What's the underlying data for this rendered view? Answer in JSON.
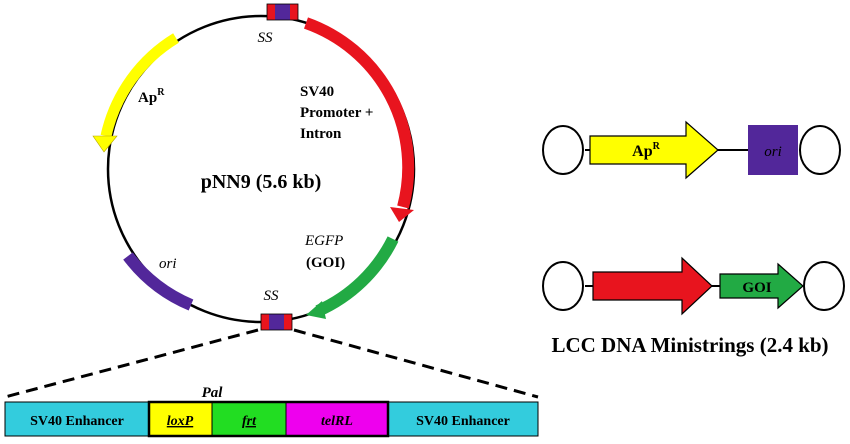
{
  "plasmid": {
    "name": "pNN9 (5.6 kb)",
    "label_ss_top": "SS",
    "label_ss_bottom": "SS",
    "label_sv40_line1": "SV40",
    "label_sv40_line2": "Promoter +",
    "label_sv40_line3": "Intron",
    "label_apr_main": "Ap",
    "label_apr_sup": "R",
    "label_ori": "ori",
    "label_egfp": "EGFP",
    "label_goi": "(GOI)"
  },
  "cassette": {
    "pal_label": "Pal",
    "segments": [
      {
        "label": "SV40 Enhancer",
        "color": "#33ccdd"
      },
      {
        "label": "loxP",
        "color": "#ffff00"
      },
      {
        "label": "frt",
        "color": "#22dd22"
      },
      {
        "label": "telRL",
        "color": "#ee00ee"
      },
      {
        "label": "SV40 Enhancer",
        "color": "#33ccdd"
      }
    ]
  },
  "ministrings": {
    "title": "LCC DNA Ministrings (2.4 kb)",
    "top": {
      "arrow_main": "Ap",
      "arrow_sup": "R",
      "box_label": "ori"
    },
    "bottom": {
      "arrow_label": "GOI"
    }
  },
  "colors": {
    "yellow": "#ffff00",
    "red": "#e8141e",
    "green": "#22aa44",
    "purple": "#52279a",
    "cyan": "#33ccdd"
  }
}
